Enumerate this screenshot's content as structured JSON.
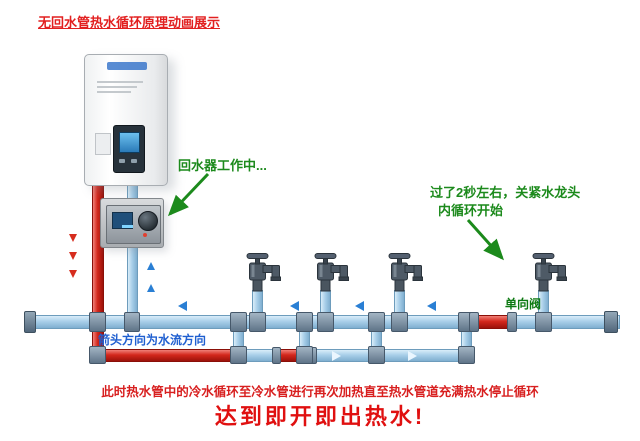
{
  "title": "无回水管热水循环原理动画展示",
  "labels": {
    "pump_status": "回水器工作中...",
    "valve_note_1": "过了2秒左右，关紧水龙头",
    "valve_note_2": "内循环开始",
    "check_valve": "单向阀",
    "flow_direction": "箭头方向为水流方向",
    "process_note": "此时热水管中的冷水循环至冷水管进行再次加热直至热水管道充满热水停止循环",
    "headline": "达到即开即出热水!"
  },
  "colors": {
    "hot_pipe": "#c41f16",
    "cold_pipe": "#a9cfe9",
    "fitting": "#6e8295",
    "annotation_green": "#1c8a1c",
    "title_red": "#e21f1f",
    "flow_text_blue": "#1f5fd0",
    "headline_red": "#e01010"
  }
}
